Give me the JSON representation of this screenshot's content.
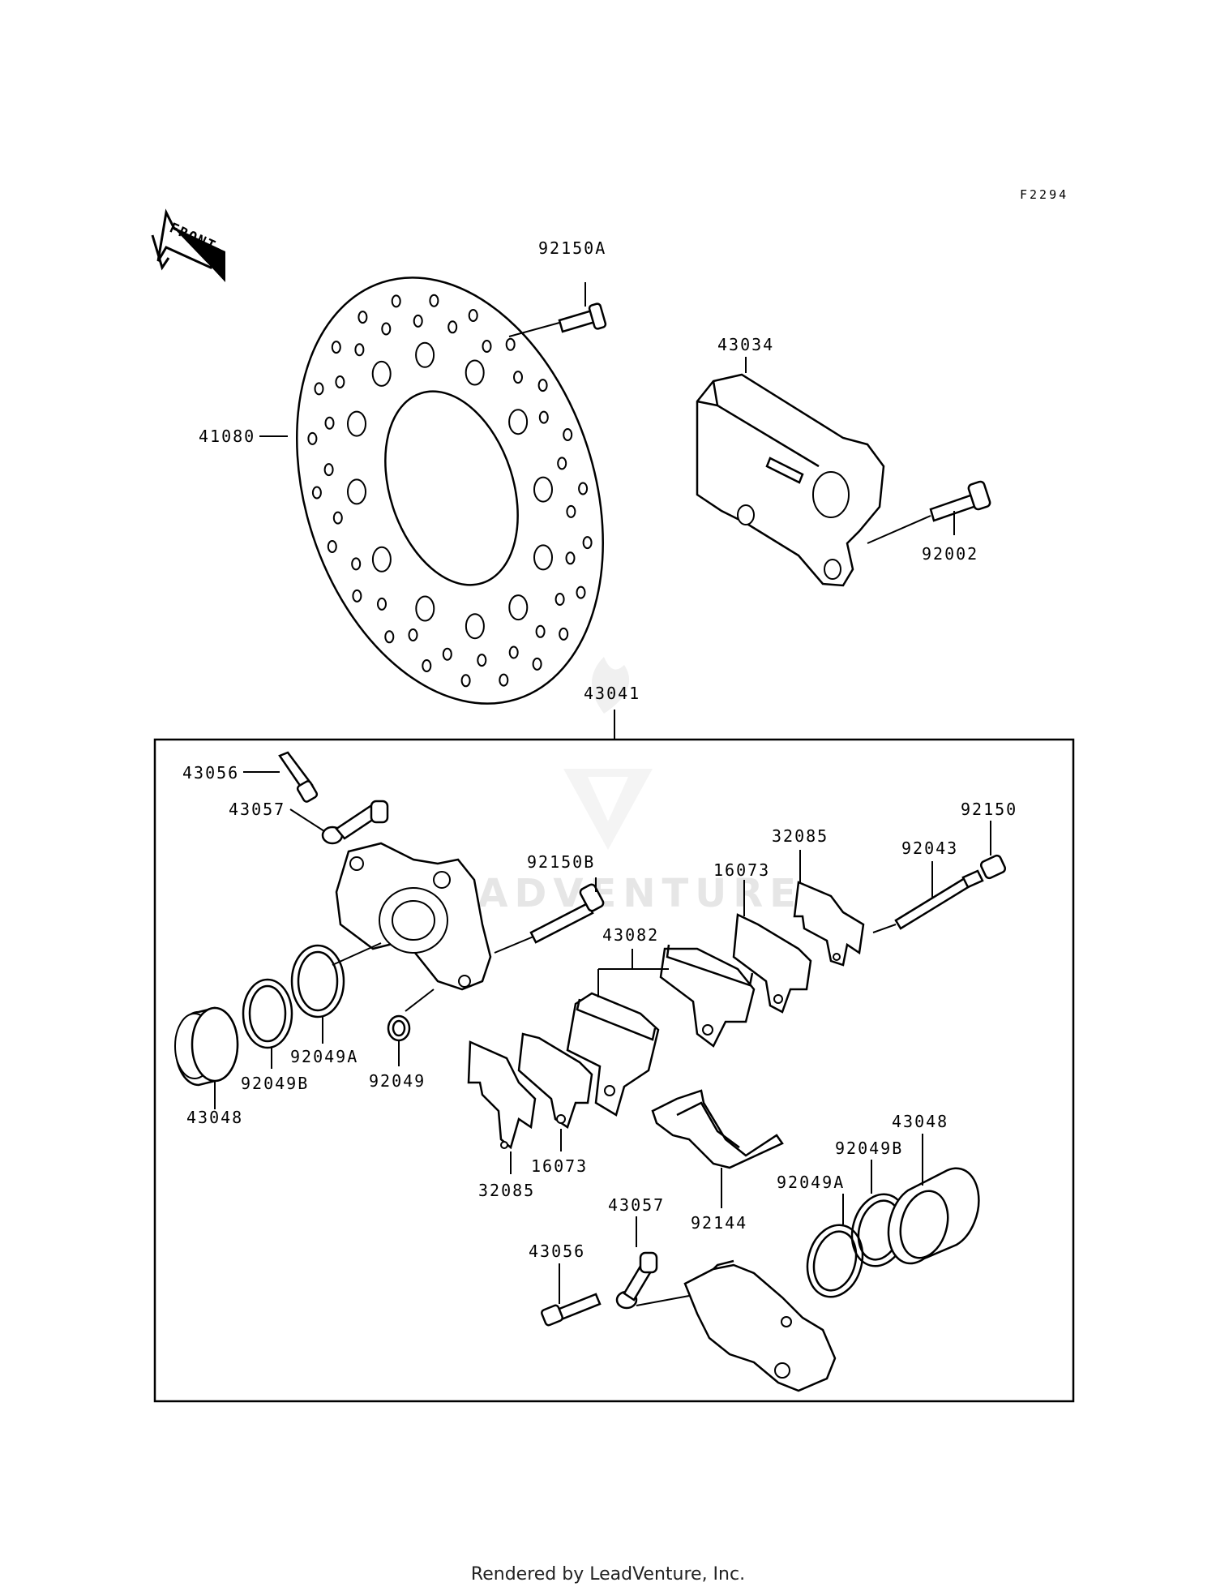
{
  "figure_code": "F2294",
  "front_arrow_label": "FRONT",
  "watermark": "LEADVENTURE",
  "footer": "Rendered by LeadVenture, Inc.",
  "labels": {
    "disc": "41080",
    "disc_bolt": "92150A",
    "bracket": "43034",
    "bracket_bolt": "92002",
    "caliper_assy": "43041",
    "bleeder_top": "43056",
    "bleeder_cap_top": "43057",
    "caliper_bolt": "92150B",
    "pads": "43082",
    "shim_right_top": "32085",
    "pad_right": "16073",
    "pin": "92043",
    "plug": "92150",
    "piston_left": "43048",
    "seal_b_left": "92049B",
    "seal_a_left": "92049A",
    "seal_small": "92049",
    "shim_left_bottom": "32085",
    "pad_left": "16073",
    "pad_spring": "92144",
    "seal_a_right": "92049A",
    "seal_b_right": "92049B",
    "piston_right": "43048",
    "bleeder_cap_bottom": "43057",
    "bleeder_bottom": "43056"
  }
}
